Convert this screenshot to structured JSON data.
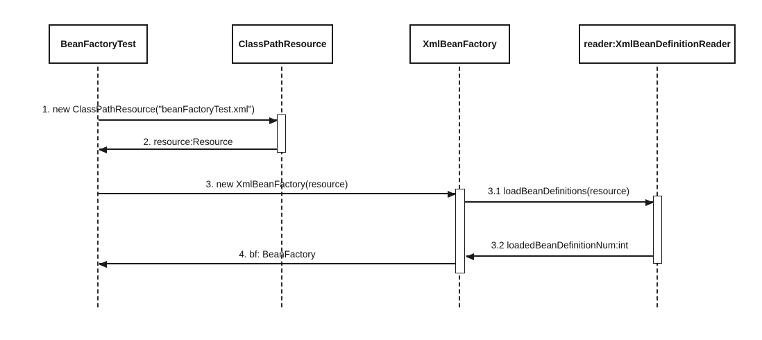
{
  "diagram": {
    "type": "uml-sequence",
    "participants": [
      {
        "label": "BeanFactoryTest"
      },
      {
        "label": "ClassPathResource"
      },
      {
        "label": "XmlBeanFactory"
      },
      {
        "label": "reader:XmlBeanDefinitionReader"
      }
    ],
    "messages": [
      {
        "label": "1. new ClassPathResource(\"beanFactoryTest.xml\")",
        "from": "BeanFactoryTest",
        "to": "ClassPathResource",
        "kind": "call",
        "direction": "right"
      },
      {
        "label": "2. resource:Resource",
        "from": "ClassPathResource",
        "to": "BeanFactoryTest",
        "kind": "return",
        "direction": "left"
      },
      {
        "label": "3. new XmlBeanFactory(resource)",
        "from": "BeanFactoryTest",
        "to": "XmlBeanFactory",
        "kind": "call",
        "direction": "right"
      },
      {
        "label": "3.1 loadBeanDefinitions(resource)",
        "from": "XmlBeanFactory",
        "to": "reader:XmlBeanDefinitionReader",
        "kind": "call",
        "direction": "right"
      },
      {
        "label": "3.2 loadedBeanDefinitionNum:int",
        "from": "reader:XmlBeanDefinitionReader",
        "to": "XmlBeanFactory",
        "kind": "return",
        "direction": "left"
      },
      {
        "label": "4. bf: BeanFactory",
        "from": "XmlBeanFactory",
        "to": "BeanFactoryTest",
        "kind": "return",
        "direction": "left"
      }
    ],
    "activations": [
      {
        "participant": "ClassPathResource"
      },
      {
        "participant": "XmlBeanFactory"
      },
      {
        "participant": "reader:XmlBeanDefinitionReader"
      }
    ],
    "colors": {
      "line": "#1a1a1a",
      "text": "#111111",
      "background": "#ffffff",
      "box_fill": "#ffffff"
    }
  }
}
